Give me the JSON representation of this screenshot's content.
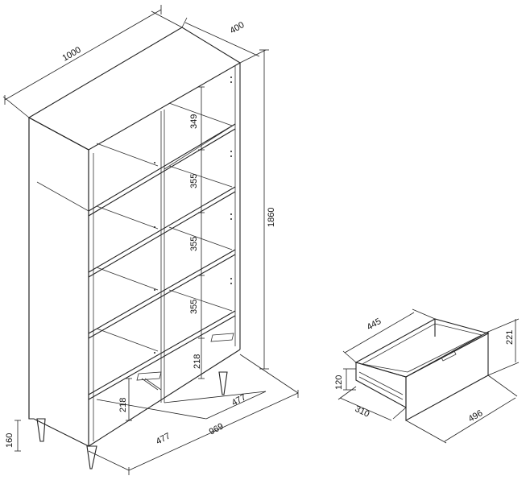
{
  "dimensions": {
    "cabinet_width": "1000",
    "cabinet_depth": "400",
    "cabinet_height": "1860",
    "shelf_gap_top": "349",
    "shelf_gap_2": "355",
    "shelf_gap_3": "355",
    "shelf_gap_4": "355",
    "bottom_right_gap": "218",
    "bottom_left_gap": "218",
    "leg_height": "160",
    "inner_width_left": "477",
    "inner_width_right": "477",
    "inner_width_total": "969"
  },
  "drawer": {
    "depth": "445",
    "height": "221",
    "inner_height": "120",
    "inner_depth": "310",
    "front_width": "496"
  }
}
